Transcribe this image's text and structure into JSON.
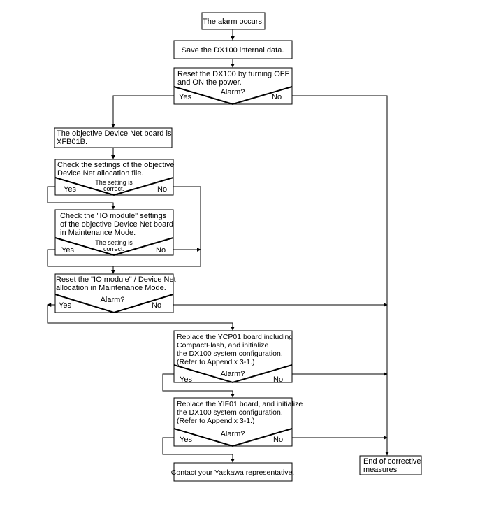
{
  "nodes": {
    "start": [
      "The alarm occurs."
    ],
    "save": [
      "Save the DX100 internal data."
    ],
    "reset_power": [
      "Reset the DX100 by turning OFF",
      "and ON the power."
    ],
    "objective_board": [
      "The objective Device Net board is",
      "XFB01B."
    ],
    "check_alloc_file": [
      "Check the settings of the objective",
      "Device Net allocation file."
    ],
    "check_io_module": [
      "Check the \"IO module\" settings",
      "of the objective Device Net board",
      "in Maintenance Mode."
    ],
    "reset_io_alloc": [
      "Reset the \"IO module\" / Device Net",
      "allocation in Maintenance Mode."
    ],
    "replace_ycp01": [
      "Replace the YCP01 board including",
      "CompactFlash, and initialize",
      "the DX100 system configuration.",
      "(Refer to Appendix 3-1.)"
    ],
    "replace_yif01": [
      "Replace the YIF01 board, and initialize",
      "the DX100 system configuration.",
      "(Refer to Appendix 3-1.)"
    ],
    "contact": [
      "Contact your Yaskawa representative."
    ],
    "end": [
      "End of corrective",
      "measures"
    ]
  },
  "decisions": {
    "alarm_question": "Alarm?",
    "setting_correct": [
      "The setting is",
      "correct."
    ],
    "yes": "Yes",
    "no": "No"
  }
}
